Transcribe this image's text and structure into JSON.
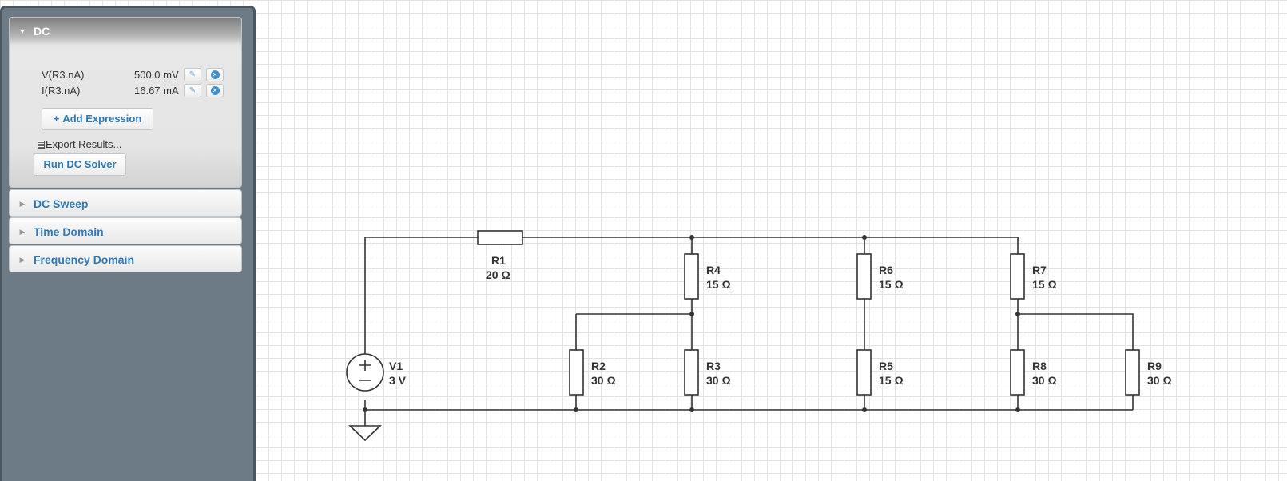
{
  "sidebar": {
    "dc_panel": {
      "title": "DC",
      "expressions": [
        {
          "name": "V(R3.nA)",
          "value": "500.0 mV"
        },
        {
          "name": "I(R3.nA)",
          "value": "16.67 mA"
        }
      ],
      "add_expression_label": "Add Expression",
      "export_results_label": "Export Results...",
      "run_button_label": "Run DC Solver"
    },
    "collapsed_panels": [
      {
        "title": "DC Sweep"
      },
      {
        "title": "Time Domain"
      },
      {
        "title": "Frequency Domain"
      }
    ]
  },
  "circuit": {
    "source": {
      "name": "V1",
      "value": "3 V"
    },
    "resistors": [
      {
        "name": "R1",
        "value": "20 Ω"
      },
      {
        "name": "R2",
        "value": "30 Ω"
      },
      {
        "name": "R3",
        "value": "30 Ω"
      },
      {
        "name": "R4",
        "value": "15 Ω"
      },
      {
        "name": "R5",
        "value": "15 Ω"
      },
      {
        "name": "R6",
        "value": "15 Ω"
      },
      {
        "name": "R7",
        "value": "15 Ω"
      },
      {
        "name": "R8",
        "value": "30 Ω"
      },
      {
        "name": "R9",
        "value": "30 Ω"
      }
    ]
  },
  "colors": {
    "accent": "#2f7ab8",
    "sidebar": "#6d7b86",
    "wire": "#333333"
  }
}
